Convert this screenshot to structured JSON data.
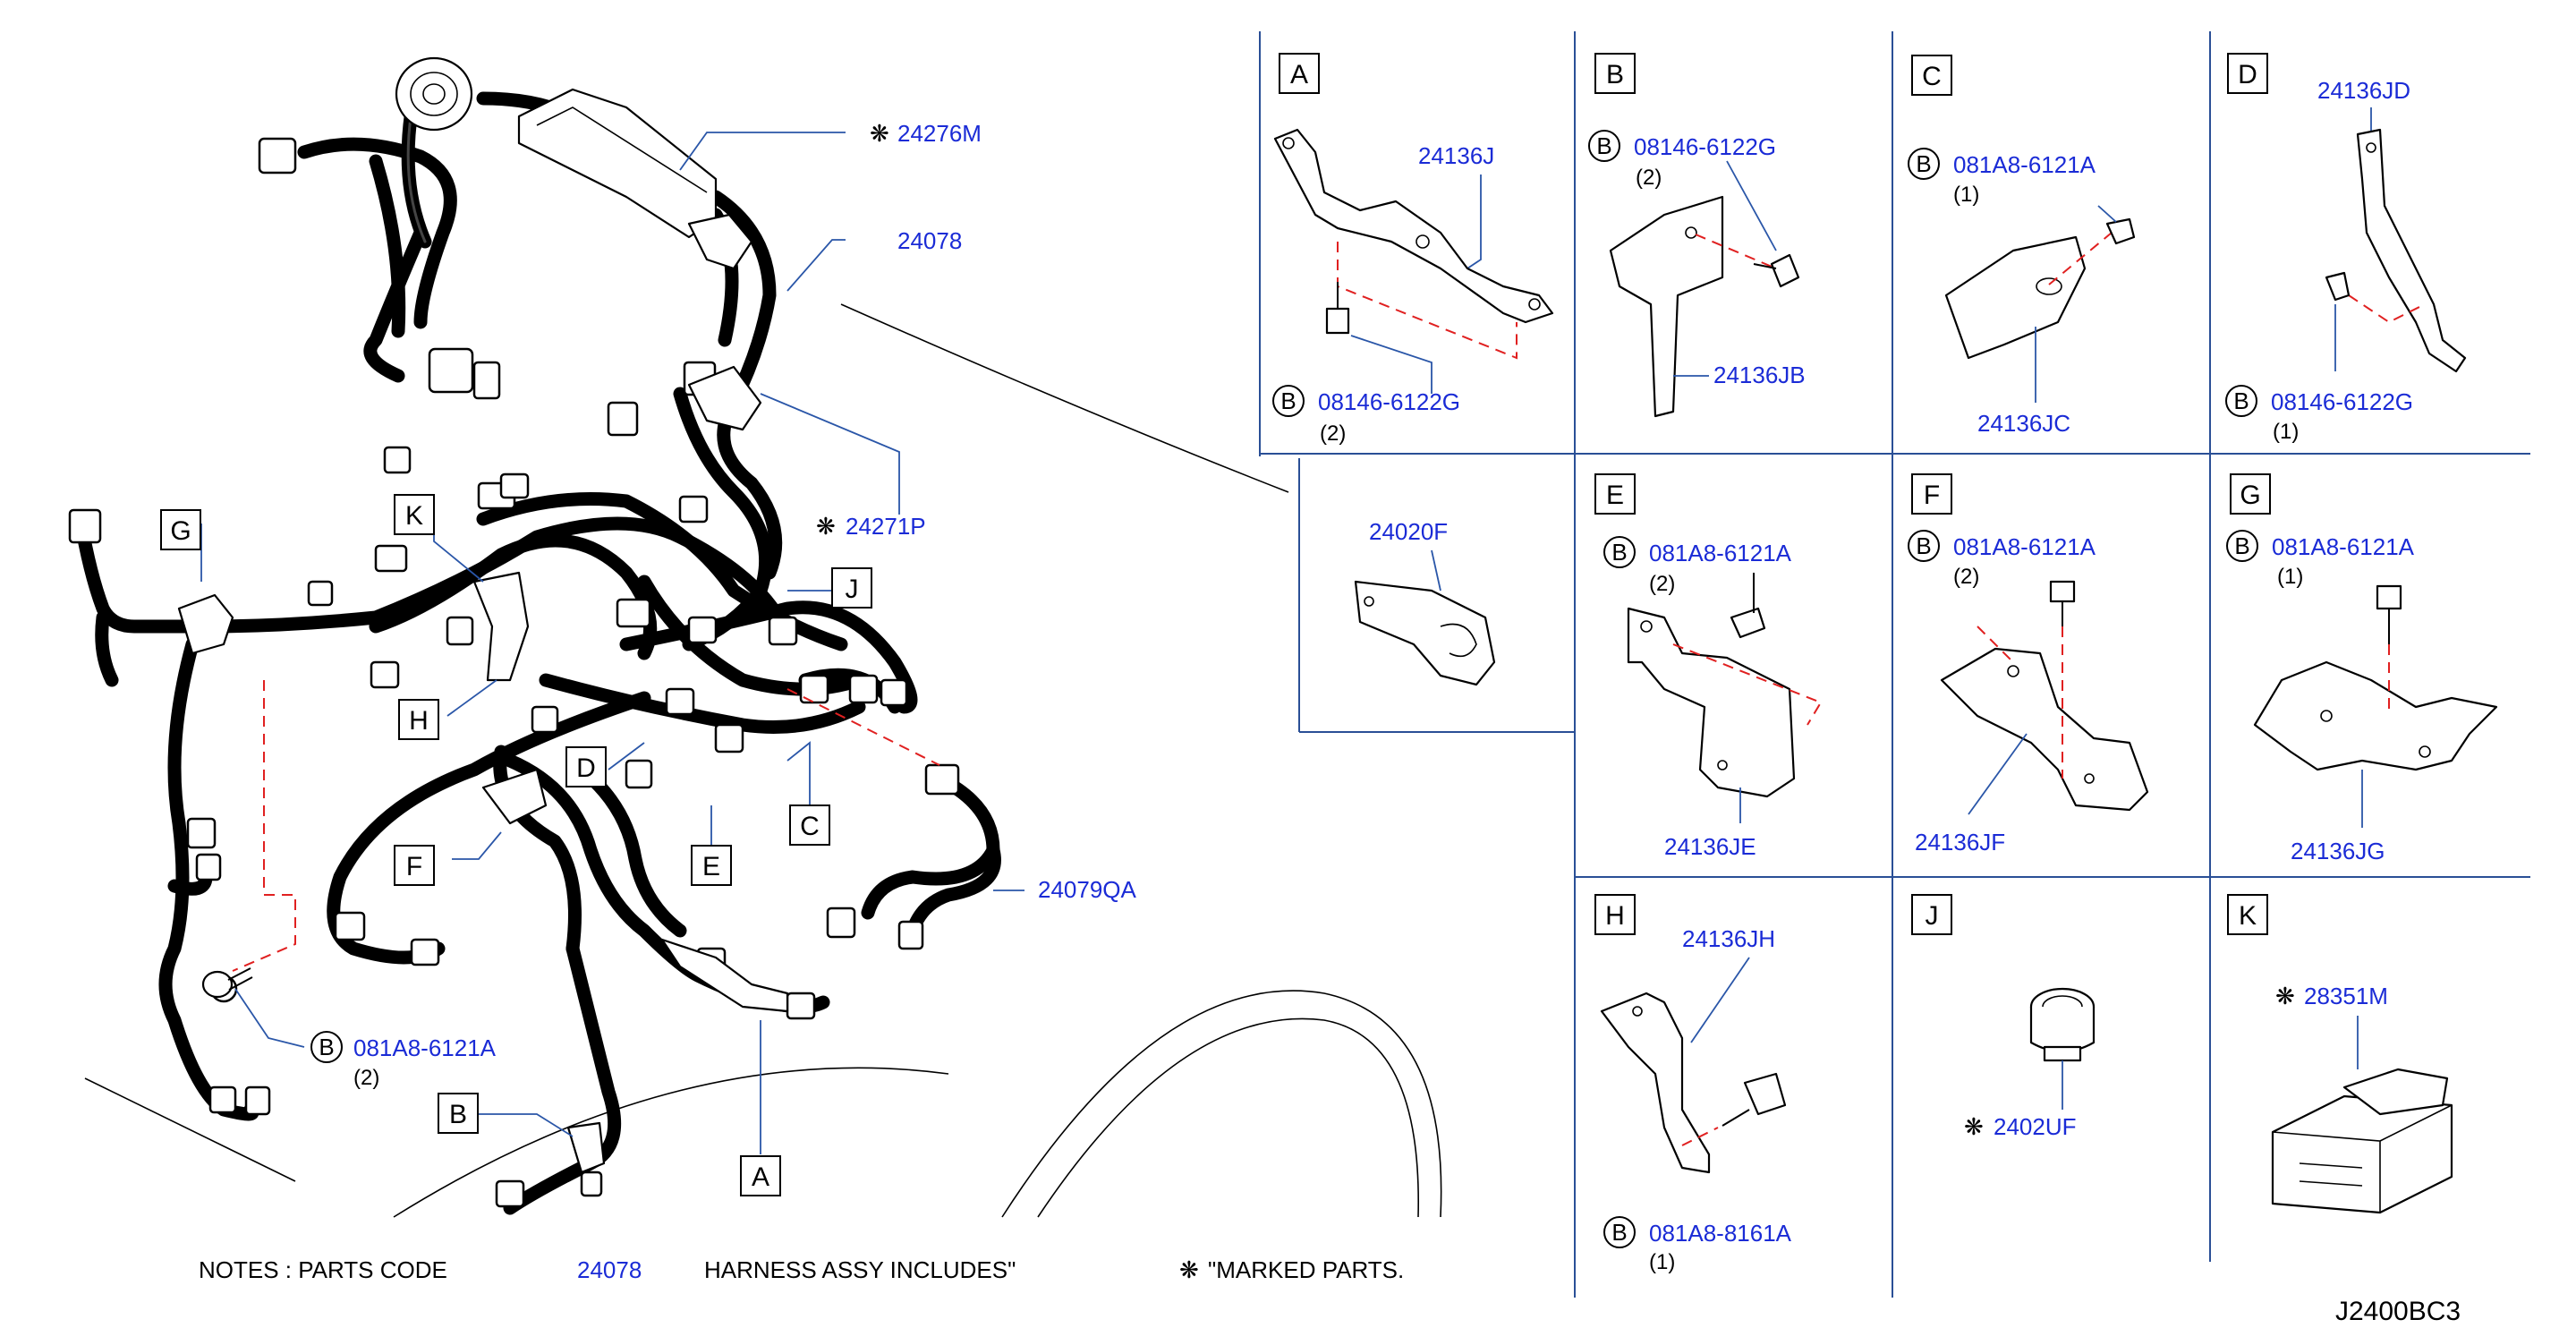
{
  "diagram_code": "J2400BC3",
  "notes": {
    "prefix": "NOTES  :  PARTS  CODE",
    "code": "24078",
    "middle": "HARNESS  ASSY  INCLUDES\"",
    "marked_symbol": "❋",
    "suffix": "\"MARKED  PARTS."
  },
  "main_callouts": {
    "harness_24276m": "24276M",
    "harness_24078": "24078",
    "harness_24271p": "24271P",
    "harness_24079qa": "24079QA",
    "bolt_part": "081A8-6121A",
    "bolt_qty": "(2)",
    "bolt_symbol": "B",
    "marked_symbol": "❋",
    "letters": {
      "a": "A",
      "b": "B",
      "c": "C",
      "d": "D",
      "e": "E",
      "f": "F",
      "g": "G",
      "h": "H",
      "j": "J",
      "k": "K"
    }
  },
  "panels": {
    "a": {
      "letter": "A",
      "bracket": "24136J",
      "bolt_symbol": "B",
      "bolt": "08146-6122G",
      "qty": "(2)"
    },
    "b": {
      "letter": "B",
      "bracket": "24136JB",
      "bolt_symbol": "B",
      "bolt": "08146-6122G",
      "qty": "(2)"
    },
    "c": {
      "letter": "C",
      "bracket": "24136JC",
      "bolt_symbol": "B",
      "bolt": "081A8-6121A",
      "qty": "(1)"
    },
    "d": {
      "letter": "D",
      "bracket": "24136JD",
      "bolt_symbol": "B",
      "bolt": "08146-6122G",
      "qty": "(1)"
    },
    "z": {
      "bracket": "24020F"
    },
    "e": {
      "letter": "E",
      "bracket": "24136JE",
      "bolt_symbol": "B",
      "bolt": "081A8-6121A",
      "qty": "(2)"
    },
    "f": {
      "letter": "F",
      "bracket": "24136JF",
      "bolt_symbol": "B",
      "bolt": "081A8-6121A",
      "qty": "(2)"
    },
    "g": {
      "letter": "G",
      "bracket": "24136JG",
      "bolt_symbol": "B",
      "bolt": "081A8-6121A",
      "qty": "(1)"
    },
    "h": {
      "letter": "H",
      "bracket": "24136JH",
      "bolt_symbol": "B",
      "bolt": "081A8-8161A",
      "qty": "(1)"
    },
    "j": {
      "letter": "J",
      "clip_symbol": "❋",
      "clip": "2402UF"
    },
    "k": {
      "letter": "K",
      "box_symbol": "❋",
      "box": "28351M"
    }
  }
}
